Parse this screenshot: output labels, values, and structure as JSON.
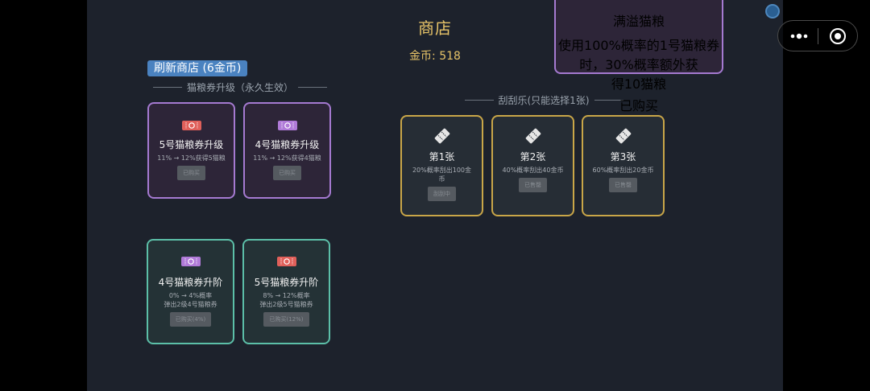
{
  "header": {
    "title": "商店",
    "coins": "金币: 518"
  },
  "refresh_button": {
    "label": "刷新商店 (6金币)"
  },
  "upgrade_section": {
    "label": "猫粮券升级（永久生效）"
  },
  "upgrade_cards": [
    {
      "name": "5号猫粮券升级",
      "desc": "11% → 12%获得5猫粮",
      "button": "已购买",
      "ticket_color": "#e0605a"
    },
    {
      "name": "4号猫粮券升级",
      "desc": "11% → 12%获得4猫粮",
      "button": "已购买",
      "ticket_color": "#b07ad8"
    }
  ],
  "advance_cards": [
    {
      "name": "4号猫粮券升阶",
      "desc1": "0% → 4%概率",
      "desc2": "弹出2级4号猫粮券",
      "button": "已购买(4%)",
      "ticket_color": "#b07ad8"
    },
    {
      "name": "5号猫粮券升阶",
      "desc1": "8% → 12%概率",
      "desc2": "弹出2级5号猫粮券",
      "button": "已购买(12%)",
      "ticket_color": "#e0605a"
    }
  ],
  "scratch_section": {
    "label": "刮刮乐(只能选择1张)"
  },
  "scratch_cards": [
    {
      "name": "第1张",
      "desc1": "20%概率刮出100金",
      "desc2": "币",
      "button": "刮刮中"
    },
    {
      "name": "第2张",
      "desc1": "40%概率刮出40金币",
      "desc2": "",
      "button": "已售罄"
    },
    {
      "name": "第3张",
      "desc1": "60%概率刮出20金币",
      "desc2": "",
      "button": "已售罄"
    }
  ],
  "overflow_card": {
    "name": "满溢猫粮",
    "desc1": "使用100%概率的1号猫粮券时，30%概率额外获",
    "desc2": "得10猫粮",
    "button": "已购买"
  }
}
